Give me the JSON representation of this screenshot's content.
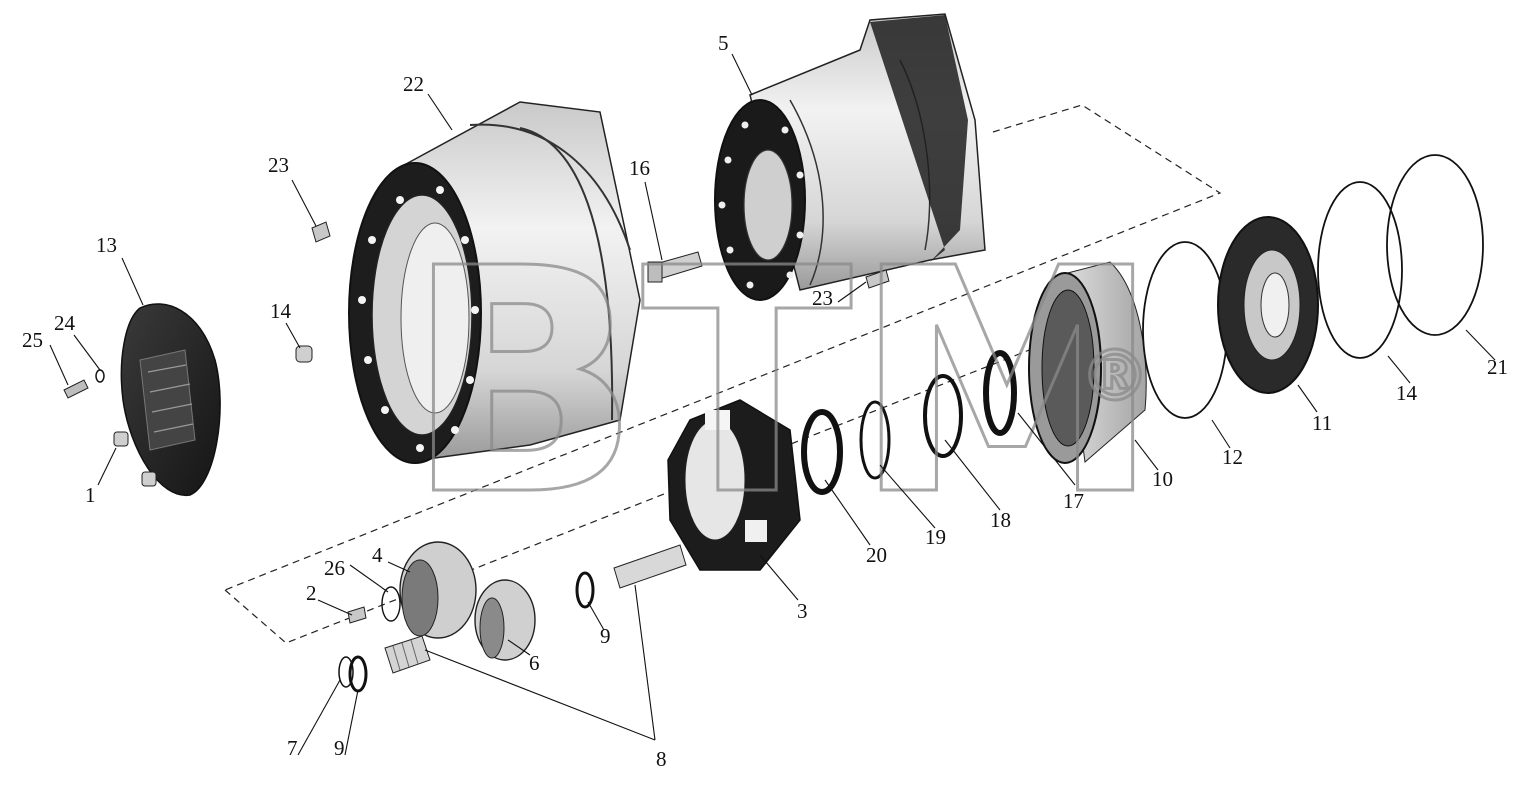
{
  "watermark": {
    "text": "BTM",
    "mark": "®"
  },
  "labels": {
    "p1": "1",
    "p2": "2",
    "p3": "3",
    "p4": "4",
    "p5": "5",
    "p6": "6",
    "p7": "7",
    "p8": "8",
    "p9a": "9",
    "p9b": "9",
    "p10": "10",
    "p11": "11",
    "p12": "12",
    "p13": "13",
    "p14a": "14",
    "p14b": "14",
    "p16": "16",
    "p17": "17",
    "p18": "18",
    "p19": "19",
    "p20": "20",
    "p21": "21",
    "p22": "22",
    "p23a": "23",
    "p23b": "23",
    "p24": "24",
    "p25": "25",
    "p26": "26"
  },
  "colors": {
    "ink": "#111111",
    "metal_light": "#e8e8e8",
    "metal_mid": "#b4b4b4",
    "metal_dark": "#555555",
    "watermark": "#8a8a8a"
  }
}
